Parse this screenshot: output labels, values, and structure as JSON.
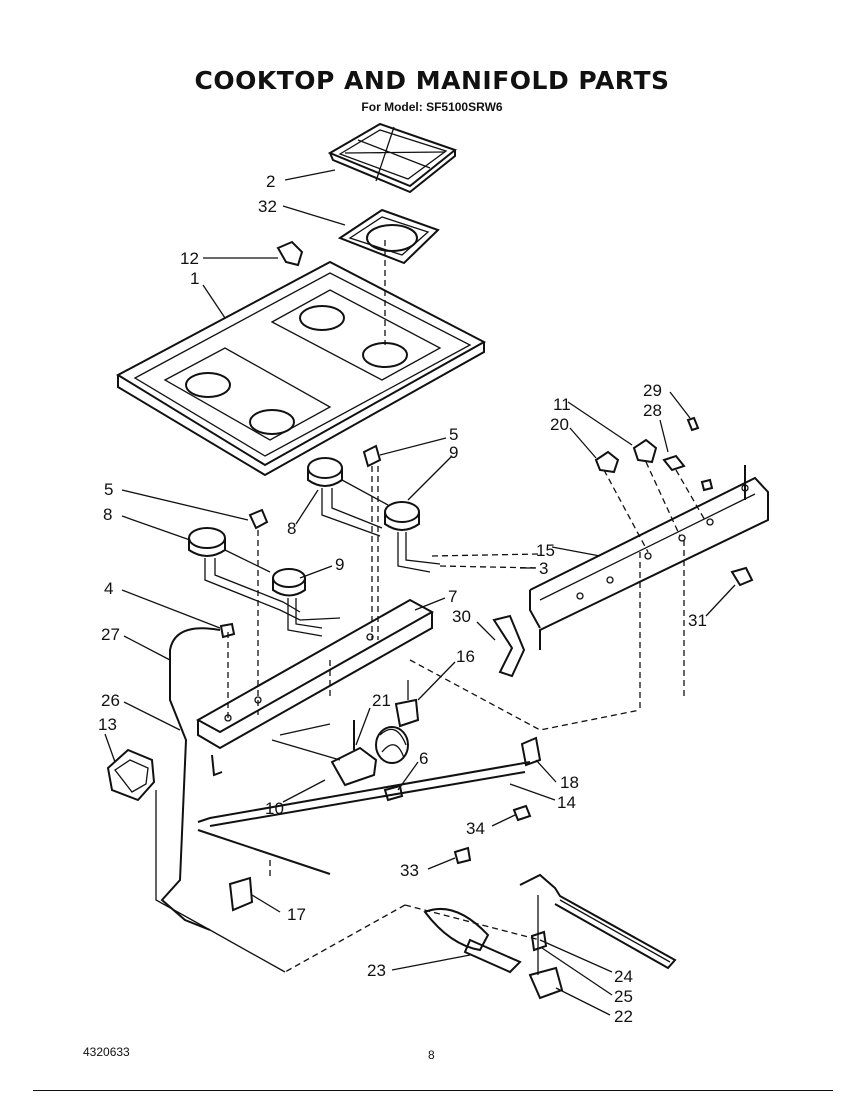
{
  "header": {
    "title": "COOKTOP AND MANIFOLD PARTS",
    "model": "For Model: SF5100SRW6"
  },
  "callouts": [
    "2",
    "32",
    "12",
    "1",
    "5",
    "9",
    "5",
    "8",
    "8",
    "9",
    "4",
    "7",
    "3",
    "27",
    "30",
    "16",
    "26",
    "21",
    "13",
    "6",
    "10",
    "15",
    "11",
    "20",
    "29",
    "28",
    "31",
    "18",
    "14",
    "34",
    "33",
    "17",
    "23",
    "24",
    "25",
    "22"
  ],
  "footer": {
    "doc_number": "4320633",
    "page_number": "8"
  }
}
